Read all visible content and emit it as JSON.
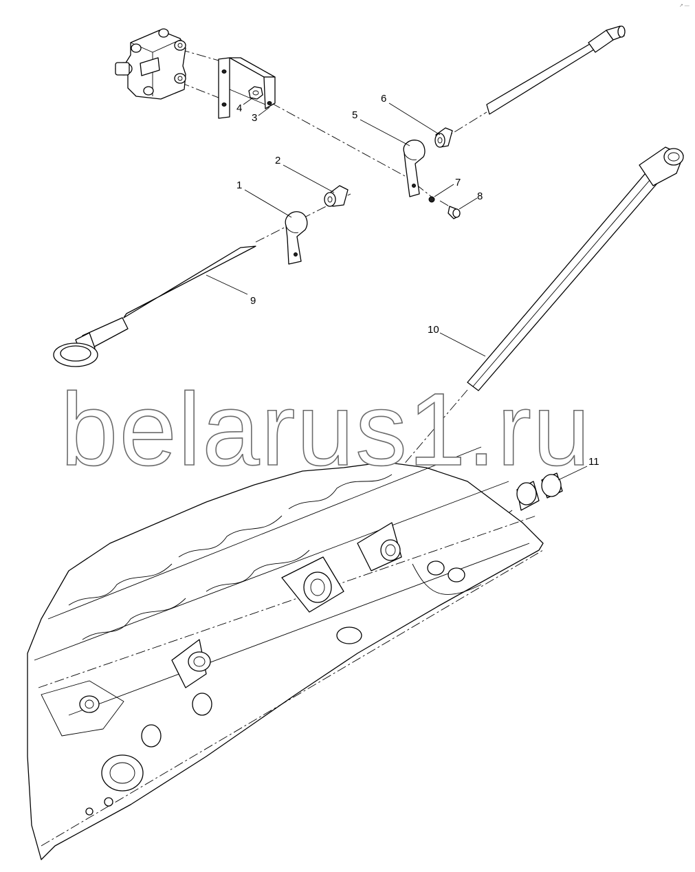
{
  "watermark": "belarus1.ru",
  "corner_mark": "↗ —",
  "callouts": {
    "c1": "1",
    "c2": "2",
    "c3": "3",
    "c4": "4",
    "c5": "5",
    "c6": "6",
    "c7": "7",
    "c8": "8",
    "c9": "9",
    "c10": "10",
    "c11": "11"
  },
  "colors": {
    "line": "#000000",
    "background": "#ffffff",
    "watermark_outline": "#6a6a6a"
  }
}
